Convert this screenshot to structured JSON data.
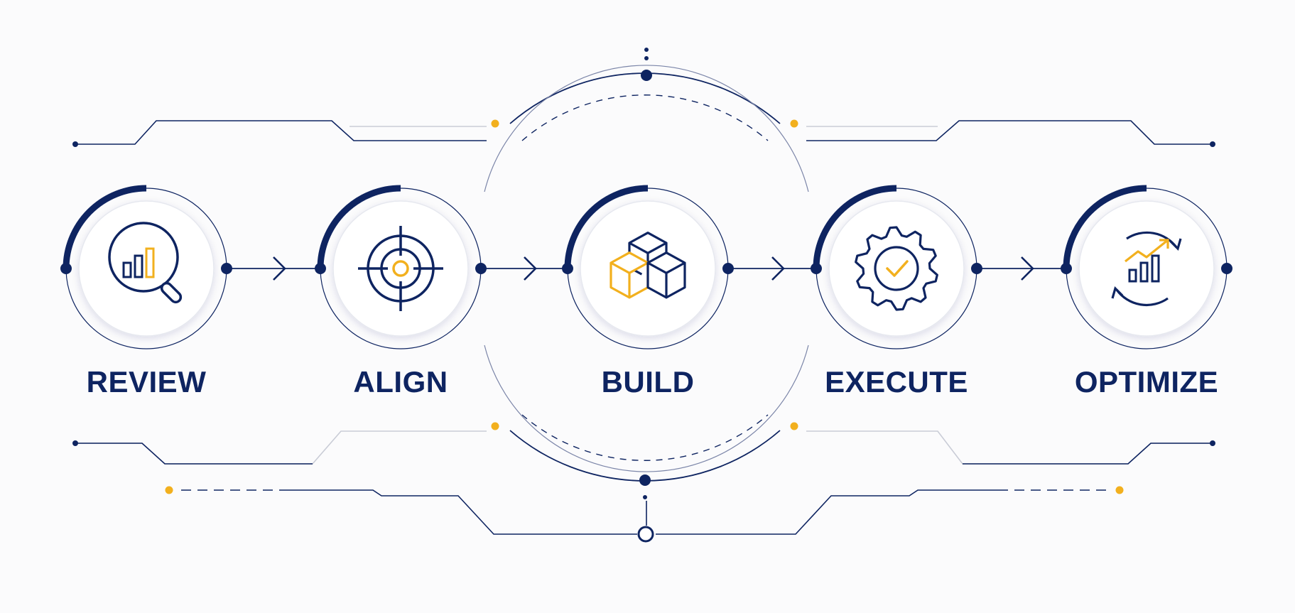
{
  "colors": {
    "navy": "#0e2461",
    "gold": "#f2b01e",
    "background": "#fbfbfc",
    "circle_fill": "#ffffff",
    "light_line": "#c9ccd6",
    "thin_line": "#7b85a8"
  },
  "steps": [
    {
      "label": "REVIEW",
      "icon": "magnifier-bar-chart-icon"
    },
    {
      "label": "ALIGN",
      "icon": "target-crosshair-icon"
    },
    {
      "label": "BUILD",
      "icon": "stacked-cubes-icon"
    },
    {
      "label": "EXECUTE",
      "icon": "gear-check-icon"
    },
    {
      "label": "OPTIMIZE",
      "icon": "growth-chart-cycle-icon"
    }
  ]
}
